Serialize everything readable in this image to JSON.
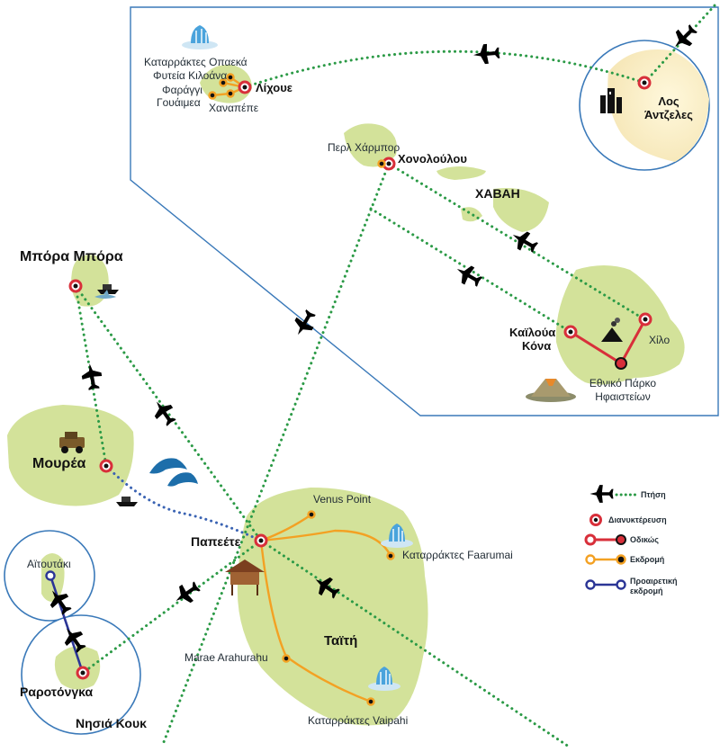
{
  "regions": {
    "hawaii": "ΧΑΒΑΗ",
    "tahiti": "Ταϊτή",
    "cook_islands": "Νησιά Κουκ"
  },
  "places": {
    "kauai_falls": "Καταρράκτες Οπαεκά",
    "kauai_gardens": "Φυτεία Κιλοάνα",
    "waimea_canyon_1": "Φαράγγι",
    "waimea_canyon_2": "Γουάιμεα",
    "hanapepe": "Χαναπέπε",
    "lihue": "Λίχουε",
    "pearl_harbor": "Περλ Χάρμπορ",
    "honolulu": "Χονολούλου",
    "los_angeles_1": "Λος",
    "los_angeles_2": "Άντζελες",
    "kailua_kona_1": "Καϊλούα",
    "kailua_kona_2": "Κόνα",
    "hilo": "Χίλο",
    "volcanoes_park_1": "Εθνικό Πάρκο",
    "volcanoes_park_2": "Ηφαιστείων",
    "bora_bora": "Μπόρα Μπόρα",
    "moorea": "Μουρέα",
    "papeete": "Παπεέτε",
    "venus_point": "Venus Point",
    "faarumai": "Καταρράκτες Faarumai",
    "marae": "Marae Arahurahu",
    "vaipahi": "Καταρράκτες Vaipahi",
    "aitutaki": "Αϊτουτάκι",
    "rarotonga": "Ραροτόνγκα"
  },
  "legend": {
    "flight": "Πτήση",
    "overnight": "Διανυκτέρευση",
    "road": "Οδικώς",
    "excursion": "Εκδρομή",
    "optional_excursion_1": "Προαιρετική",
    "optional_excursion_2": "εκδρομή"
  },
  "colors": {
    "island_fill": "#d3e29a",
    "sea_line": "#3a79b9",
    "flight_route": "#2b9a46",
    "road_route": "#d82f3a",
    "excursion_route": "#f3a123",
    "optional_route": "#2b3596",
    "boat_route": "#3a63b3",
    "marker_ring": "#d82f3a"
  },
  "icons": [
    "airplane-icon",
    "waterfall-icon",
    "boat-icon",
    "shark-icon",
    "dolphin-icon",
    "jeep-icon",
    "volcano-icon",
    "hut-icon",
    "city-skyline-icon"
  ]
}
